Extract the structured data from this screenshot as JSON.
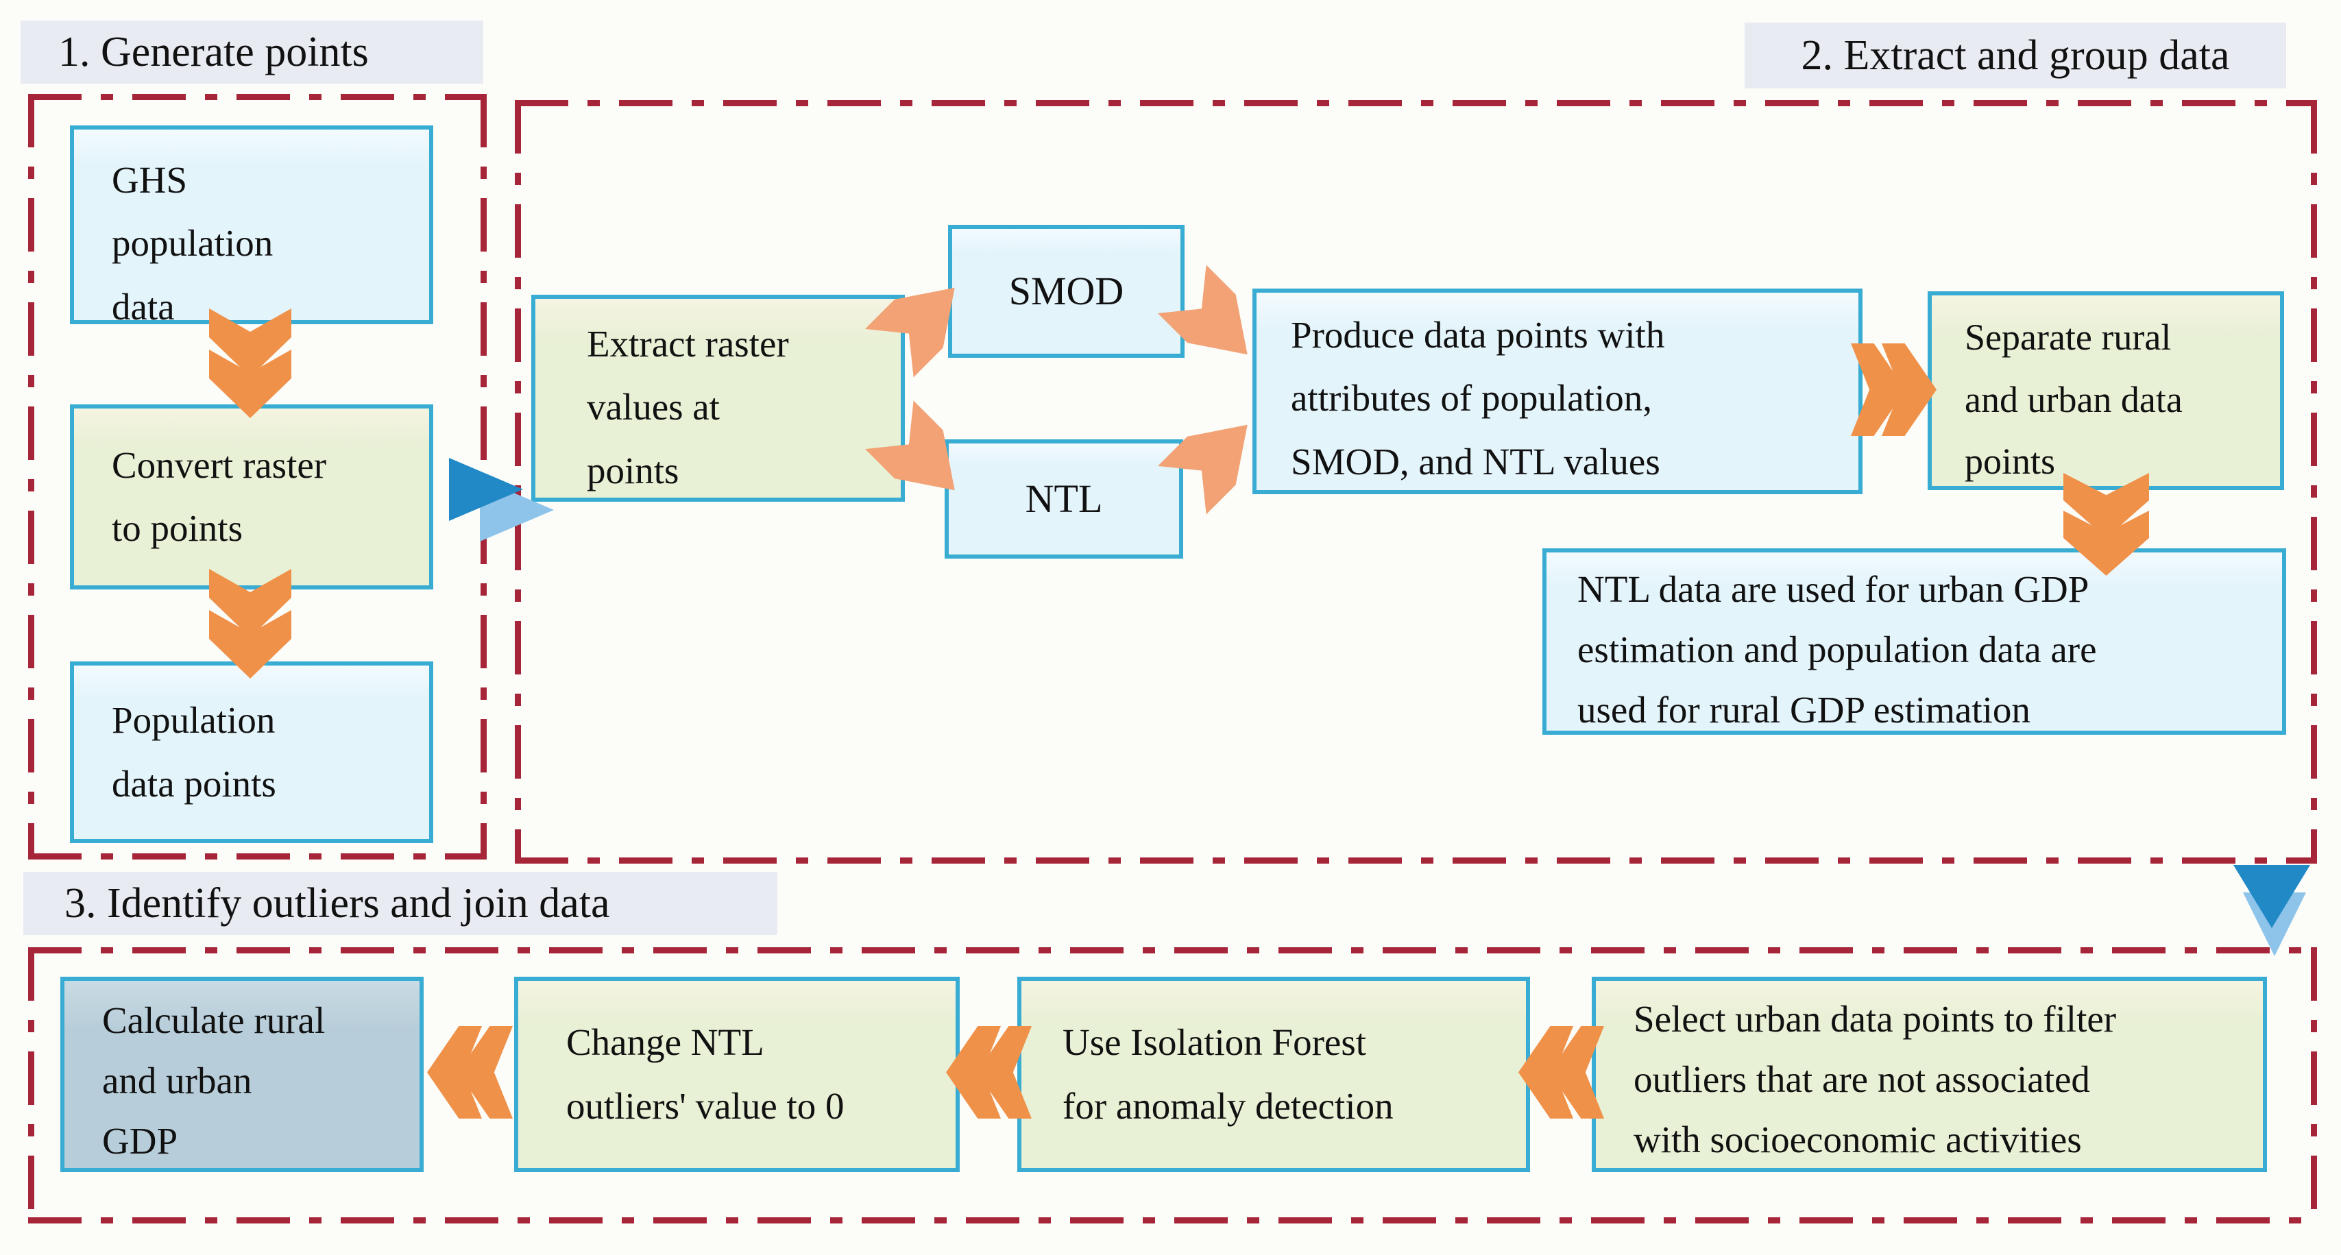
{
  "sections": {
    "s1": {
      "label": "1. Generate points"
    },
    "s2": {
      "label": "2. Extract and group data"
    },
    "s3": {
      "label": "3. Identify outliers and join data"
    }
  },
  "boxes": {
    "ghs": [
      "GHS",
      "population",
      "data"
    ],
    "convert": [
      "Convert raster",
      "to points"
    ],
    "population": [
      "Population",
      "data points"
    ],
    "extract": [
      "Extract raster",
      "values at",
      "points"
    ],
    "smod": "SMOD",
    "ntl": "NTL",
    "produce": [
      "Produce data points with",
      "attributes of population,",
      "SMOD, and NTL values"
    ],
    "separate": [
      "Separate rural",
      "and urban data",
      "points"
    ],
    "ntl_usage": [
      "NTL data are used for urban GDP",
      "estimation and population data are",
      "used for rural GDP estimation"
    ],
    "calculate": [
      "Calculate rural",
      "and urban",
      "GDP"
    ],
    "change": [
      "Change NTL",
      "outliers' value to 0"
    ],
    "isolation": [
      "Use Isolation Forest",
      "for anomaly detection"
    ],
    "select": [
      "Select urban data points to filter",
      "outliers that are not associated",
      "with socioeconomic activities"
    ]
  },
  "colors": {
    "box_blue": "#e3f4fb",
    "box_green": "#e8f0d5",
    "box_gray_blue": "#b7cdd9",
    "box_border": "#38acd2",
    "section_border": "#a62539",
    "label_bg": "#e8ebf2",
    "arrow_orange": "#f0914a",
    "arrow_salmon": "#f2a275",
    "arrow_blue_dark": "#2089c6",
    "arrow_blue_light": "#8ec4ea",
    "text": "#111111",
    "canvas_bg": "#fcfcf9"
  }
}
